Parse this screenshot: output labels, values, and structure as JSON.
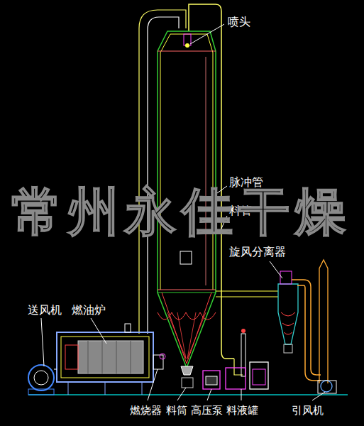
{
  "diagram": {
    "labels": [
      "喷头",
      "脉冲管",
      "料管",
      "旋风分离器",
      "送风机",
      "燃油炉",
      "燃烧器",
      "料筒",
      "高压泵",
      "料液罐",
      "引风机",
      "常州永佳干燥"
    ]
  }
}
